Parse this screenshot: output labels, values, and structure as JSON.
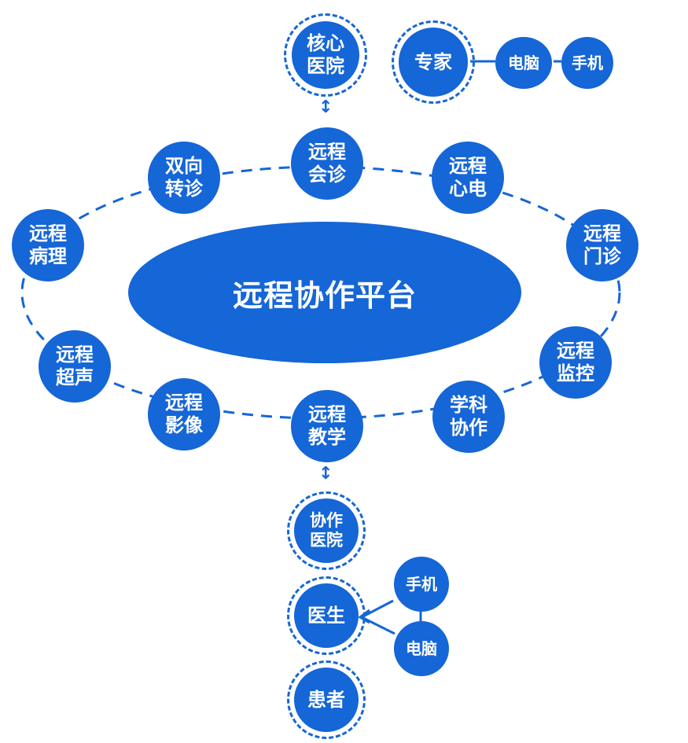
{
  "hub": {
    "label": "远程协作平台"
  },
  "top": {
    "core_hospital": "核心\n医院",
    "expert": "专家",
    "devices": {
      "pc": "电脑",
      "phone": "手机"
    }
  },
  "ring_nodes": {
    "consult": "远程\n会诊",
    "ecg": "远程\n心电",
    "clinic": "远程\n门诊",
    "monitor": "远程\n监控",
    "discipline": "学科\n协作",
    "teaching": "远程\n教学",
    "imaging": "远程\n影像",
    "ultrasound": "远程\n超声",
    "pathology": "远程\n病理",
    "referral": "双向\n转诊"
  },
  "bottom": {
    "partner_hospital": "协作\n医院",
    "doctor": "医生",
    "patient": "患者",
    "devices": {
      "phone": "手机",
      "pc": "电脑"
    }
  },
  "colors": {
    "primary": "#1566d6",
    "line": "#1566d6",
    "text": "#ffffff"
  }
}
